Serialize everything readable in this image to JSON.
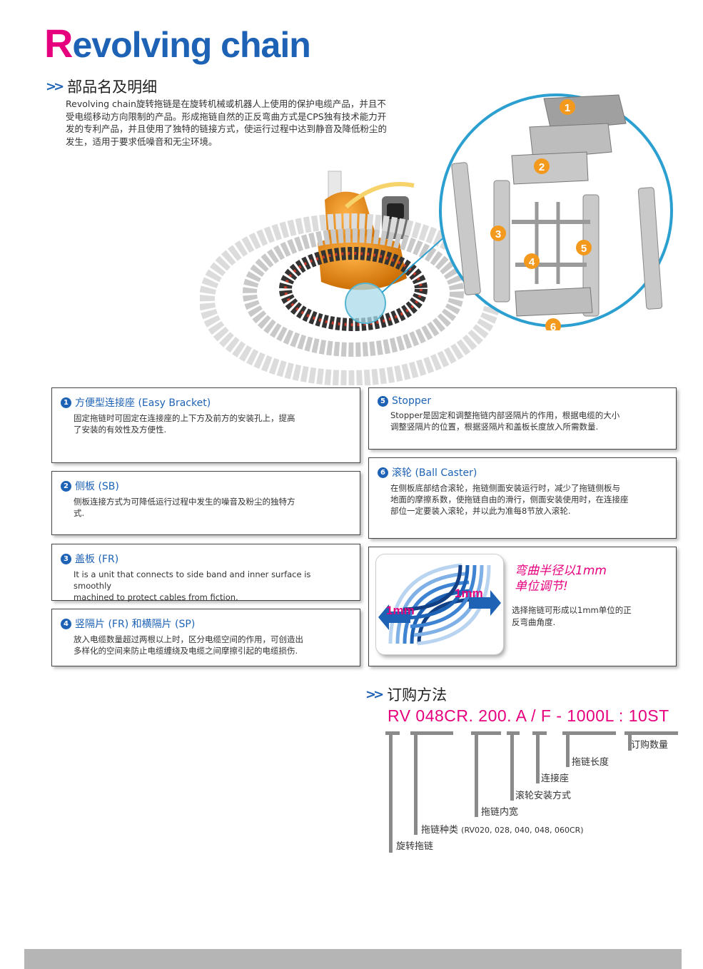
{
  "title": {
    "first_letter": "R",
    "rest": "evolving chain"
  },
  "section1": {
    "heading": "部品名及明细",
    "intro_lines": [
      "Revolving chain旋转拖链是在旋转机械或机器人上使用的保护电缆产品，并且不",
      "受电缆移动方向限制的产品。形成拖链自然的正反弯曲方式是CPS独有技术能力开",
      "发的专利产品，并且使用了独特的链接方式，使运行过程中达到静音及降低粉尘的",
      "发生，适用于要求低噪音和无尘环境。"
    ],
    "part_numbers": [
      "1",
      "2",
      "3",
      "4",
      "5",
      "6"
    ]
  },
  "features": [
    {
      "num": "1",
      "title": "方便型连接座 (Easy Bracket)",
      "lines": [
        "固定拖链时可固定在连接座的上下方及前方的安装孔上，提高",
        "了安装的有效性及方便性."
      ]
    },
    {
      "num": "2",
      "title": "侧板 (SB)",
      "lines": [
        "侧板连接方式为可降低运行过程中发生的噪音及粉尘的独特方",
        "式."
      ]
    },
    {
      "num": "3",
      "title": "盖板 (FR)",
      "lines": [
        "It is a unit that connects to side band and inner surface is smoothly",
        "machined to protect cables from fiction."
      ]
    },
    {
      "num": "4",
      "title": "竖隔片 (FR) 和横隔片 (SP)",
      "lines": [
        "放入电缆数量超过两根以上时，区分电缆空间的作用，可创造出",
        "多样化的空间来防止电缆缠绕及电缆之间摩擦引起的电缆损伤."
      ]
    },
    {
      "num": "5",
      "title": "Stopper",
      "lines": [
        "Stopper是固定和调整拖链内部竖隔片的作用，根据电缆的大小",
        "调整竖隔片的位置，根据竖隔片和盖板长度放入所需数量."
      ]
    },
    {
      "num": "6",
      "title": "滚轮 (Ball Caster)",
      "lines": [
        "在侧板底部结合滚轮，拖链侧面安装运行时，减少了拖链侧板与",
        "地面的摩擦系数，使拖链自由的滑行，侧面安装使用时，在连接座",
        "部位一定要装入滚轮，并以此为准每8节放入滚轮."
      ]
    }
  ],
  "radius": {
    "title_lines": [
      "弯曲半径以1mm",
      "单位调节!"
    ],
    "desc_lines": [
      "选择拖链可形成以1mm单位的正",
      "反弯曲角度."
    ],
    "label_a": "1mm",
    "label_b": "1mm"
  },
  "ordering": {
    "heading": "订购方法",
    "code": "RV 048CR. 200. A / F - 1000L : 10ST",
    "labels": {
      "qty": "订购数量",
      "length": "拖链长度",
      "bracket": "连接座",
      "caster": "滚轮安装方式",
      "width": "拖链内宽",
      "type": "拖链种类",
      "type_models": "(RV020, 028, 040, 048, 060CR)",
      "series": "旋转拖链"
    }
  },
  "colors": {
    "brand_blue": "#1d62b5",
    "brand_pink": "#e6007e",
    "footer_gray": "#b5b5b5"
  }
}
